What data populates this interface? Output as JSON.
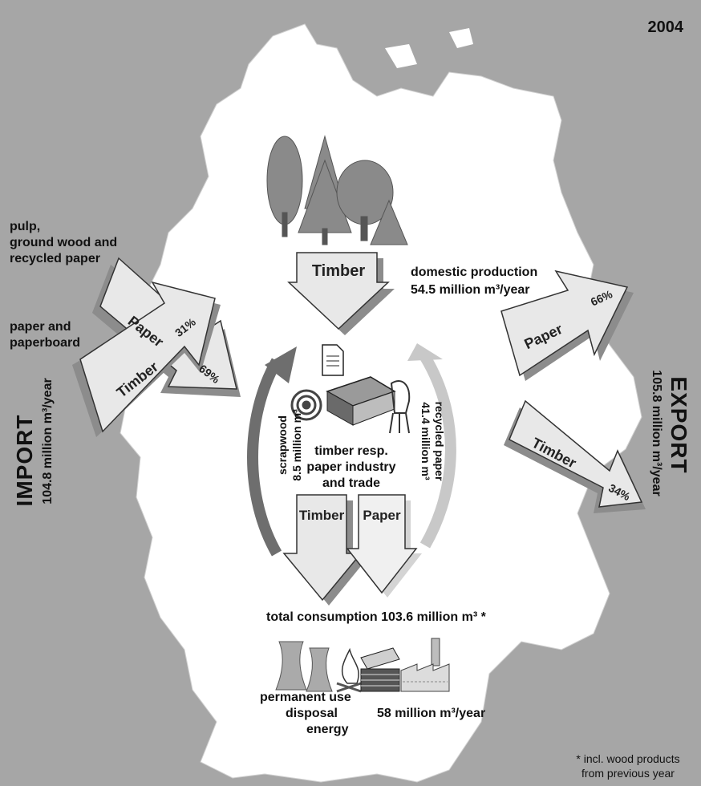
{
  "year": "2004",
  "domestic": {
    "line1": "domestic production",
    "line2": "54.5 million m³/year",
    "arrow_label": "Timber"
  },
  "import": {
    "title": "IMPORT",
    "amount": "104.8 million m³/year",
    "pulp_label": [
      "pulp,",
      "ground wood and",
      "recycled paper"
    ],
    "paper_label": [
      "paper and",
      "paperboard"
    ],
    "paper_arrow_label": "Paper",
    "paper_pct": "69%",
    "timber_arrow_label": "Timber",
    "timber_pct": "31%"
  },
  "export": {
    "title": "EXPORT",
    "amount": "105.8 million m³/year",
    "paper_arrow_label": "Paper",
    "paper_pct": "66%",
    "timber_arrow_label": "Timber",
    "timber_pct": "34%"
  },
  "industry": {
    "line1": "timber resp.",
    "line2": "paper industry",
    "line3": "and trade"
  },
  "scrapwood": {
    "line1": "scrapwood",
    "line2": "8.5 million m³"
  },
  "recycled": {
    "line1": "recycled paper",
    "line2": "41.4 million m³"
  },
  "consumption": {
    "text": "total consumption 103.6 million m³ *",
    "timber_arrow_label": "Timber",
    "paper_arrow_label": "Paper"
  },
  "uses": {
    "line1": "permanent use",
    "line2": "disposal",
    "line3": "energy",
    "amount": "58 million m³/year"
  },
  "footnote": {
    "line1": "* incl. wood products",
    "line2": "from previous year"
  },
  "colors": {
    "background": "#a6a6a6",
    "country": "#ffffff",
    "arrow_fill": "#e8e8e8",
    "arrow_shadow": "#8c8c8c",
    "scrapwood_arrow": "#6e6e6e",
    "recycled_arrow": "#c8c8c8"
  },
  "icons": [
    "trees-icon",
    "document-icon",
    "target-icon",
    "desk-icon",
    "chair-icon",
    "cooling-towers-icon",
    "fire-icon",
    "warehouse-icon",
    "factory-icon"
  ]
}
